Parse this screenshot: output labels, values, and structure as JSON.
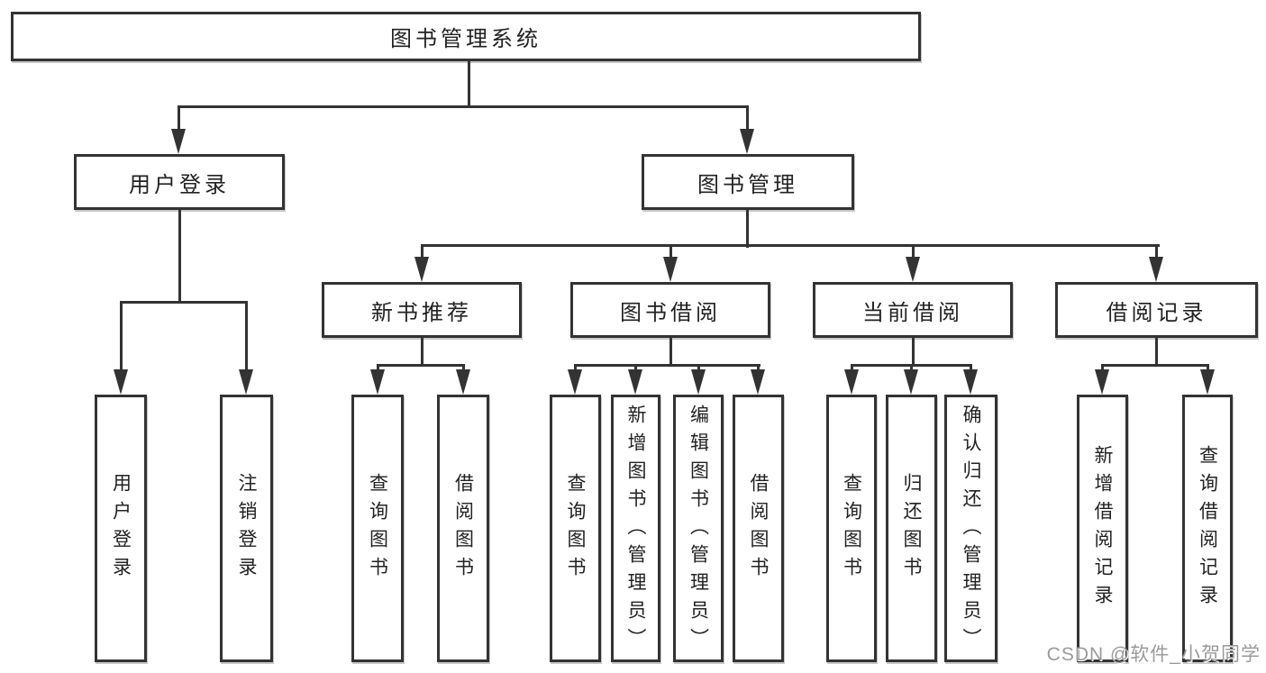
{
  "colors": {
    "line": "#333333",
    "node_border": "#333333",
    "text": "#222222",
    "background": "#ffffff",
    "watermark": "#9a9a9a"
  },
  "nodes": {
    "root": "图书管理系统",
    "user_login": "用户登录",
    "book_mgmt": "图书管理",
    "new_book_rec": "新书推荐",
    "book_borrow": "图书借阅",
    "current_borrow": "当前借阅",
    "borrow_records": "借阅记录",
    "leaf_user_login": "用户登录",
    "leaf_logout": "注销登录",
    "leaf_query_book_1": "查询图书",
    "leaf_borrow_book_1": "借阅图书",
    "leaf_query_book_2": "查询图书",
    "leaf_add_book": "新增图书（管理员）",
    "leaf_edit_book": "编辑图书（管理员）",
    "leaf_borrow_book_2": "借阅图书",
    "leaf_query_book_3": "查询图书",
    "leaf_return_book": "归还图书",
    "leaf_confirm_return": "确认归还（管理员）",
    "leaf_add_record": "新增借阅记录",
    "leaf_query_record": "查询借阅记录"
  },
  "watermark": {
    "text": "CSDN @软件_小贺同学"
  }
}
